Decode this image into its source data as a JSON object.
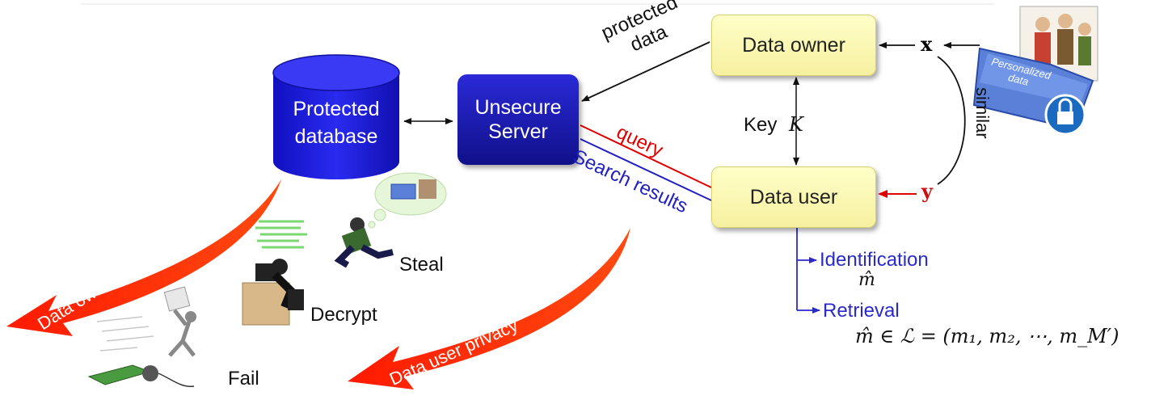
{
  "diagram": {
    "database_line1": "Protected",
    "database_line2": "database",
    "server_line1": "Unsecure",
    "server_line2": "Server",
    "data_owner": "Data owner",
    "data_user": "Data user",
    "protected_line1": "protected",
    "protected_line2": "data",
    "query": "query",
    "search_results": "Search results",
    "key": "Key",
    "key_symbol": "K",
    "x_symbol": "x",
    "y_symbol": "y",
    "similar": "similar",
    "folder_line1": "Personalized",
    "folder_line2": "data",
    "identification": "Identification",
    "m_hat": "m̂",
    "retrieval": "Retrieval",
    "retrieval_formula": "m̂ ∈ ℒ = (m₁, m₂, ⋯, m_M′)",
    "steal": "Steal",
    "decrypt": "Decrypt",
    "fail": "Fail",
    "owner_privacy": "Data owner privacy",
    "user_privacy": "Data user privacy"
  },
  "colors": {
    "server_blue": "#1a1ab4",
    "database_blue": "#1a1ae0",
    "query_red": "#e00000",
    "results_blue": "#2020c0",
    "privacy_arrow_red": "#ff2a00",
    "box_yellow": "#fbf7b0",
    "link_blue": "#2a2acc"
  }
}
